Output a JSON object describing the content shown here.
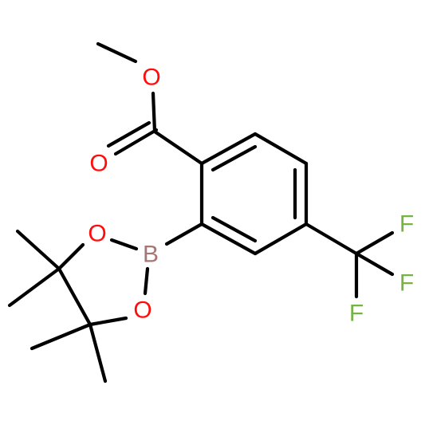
{
  "atoms": [
    {
      "id": "o_ether",
      "label": "O",
      "color": "#ff0d0d"
    },
    {
      "id": "o_carbonyl",
      "label": "O",
      "color": "#ff0d0d"
    },
    {
      "id": "o_ring_top",
      "label": "O",
      "color": "#ff0d0d"
    },
    {
      "id": "o_ring_bottom",
      "label": "O",
      "color": "#ff0d0d"
    },
    {
      "id": "boron",
      "label": "B",
      "color": "#a67574"
    },
    {
      "id": "f_top",
      "label": "F",
      "color": "#76b347"
    },
    {
      "id": "f_mid",
      "label": "F",
      "color": "#76b347"
    },
    {
      "id": "f_bottom",
      "label": "F",
      "color": "#76b347"
    }
  ],
  "bond_color": "#000000"
}
